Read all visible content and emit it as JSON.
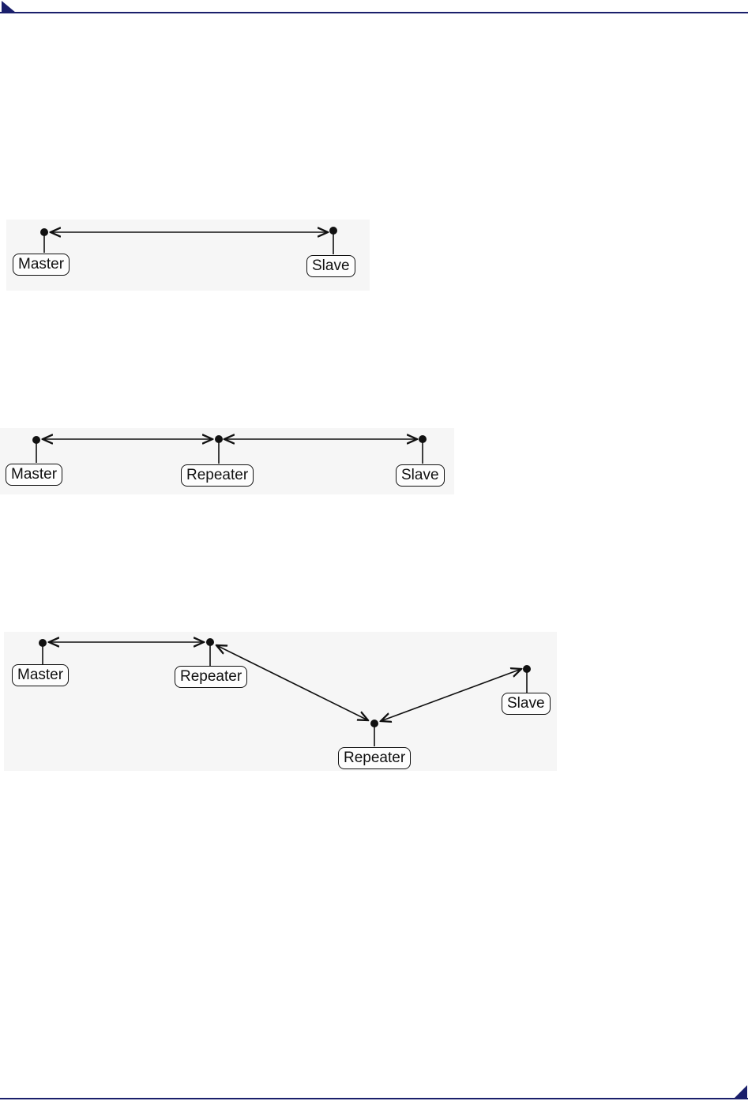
{
  "header": {
    "accent_color": "#1a1f6b"
  },
  "diagrams": [
    {
      "labels": [
        "Master",
        "Slave"
      ]
    },
    {
      "labels": [
        "Master",
        "Repeater",
        "Slave"
      ]
    },
    {
      "labels": [
        "Master",
        "Repeater",
        "Repeater",
        "Slave"
      ]
    }
  ]
}
